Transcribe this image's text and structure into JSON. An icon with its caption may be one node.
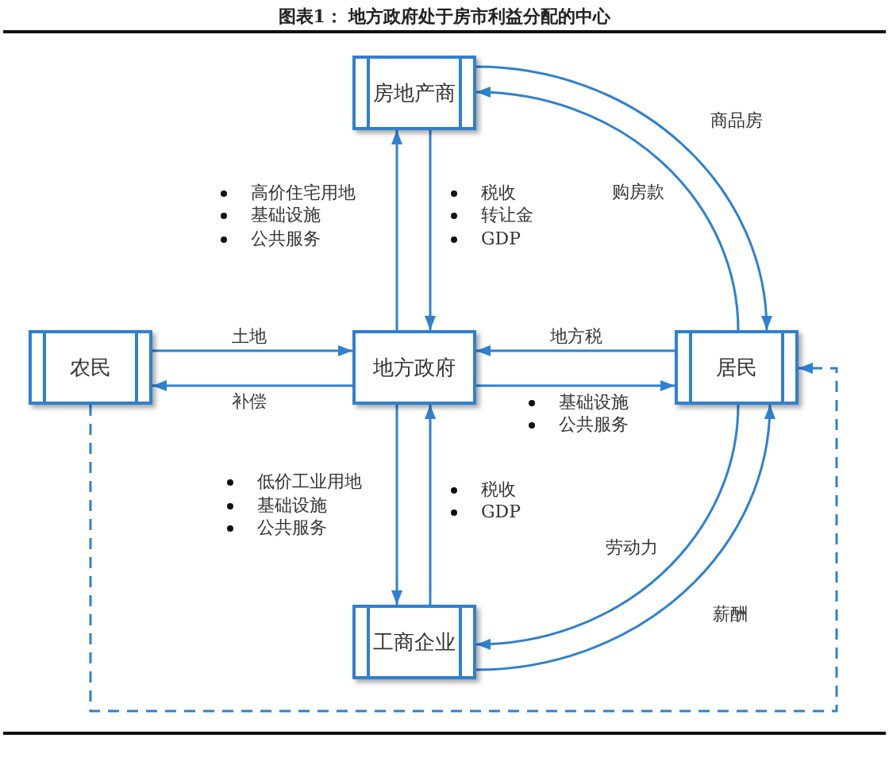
{
  "diagram": {
    "title": "图表1： 地方政府处于房市利益分配的中心",
    "nodes": [
      {
        "text": [
          "房地产商"
        ]
      },
      {
        "text": [
          "农民"
        ]
      },
      {
        "text": [
          "地方政府"
        ]
      },
      {
        "text": [
          "居民"
        ]
      },
      {
        "text": [
          "工商企业"
        ]
      }
    ],
    "edges": [
      {
        "from": 2,
        "to": 0,
        "arrow": "to"
      },
      {
        "from": 0,
        "to": 2,
        "arrow": "to"
      },
      {
        "from": 1,
        "to": 2,
        "arrow": "to",
        "label": "土地"
      },
      {
        "from": 2,
        "to": 1,
        "arrow": "to",
        "label": "补偿"
      },
      {
        "from": 3,
        "to": 2,
        "arrow": "to",
        "label": "地方税"
      },
      {
        "from": 2,
        "to": 3,
        "arrow": "to"
      },
      {
        "from": 2,
        "to": 4,
        "arrow": "to"
      },
      {
        "from": 4,
        "to": 2,
        "arrow": "to"
      },
      {
        "from": 0,
        "to": 3,
        "arrow": "to",
        "label": "商品房"
      },
      {
        "from": 3,
        "to": 0,
        "arrow": "to",
        "label": "购房款"
      },
      {
        "from": 3,
        "to": 4,
        "arrow": "to",
        "label": "劳动力"
      },
      {
        "from": 4,
        "to": 3,
        "arrow": "to",
        "label": "薪酬"
      },
      {
        "from": 1,
        "to": 3,
        "arrow": "to",
        "style": "dashed"
      }
    ],
    "labels": [
      "高价住宅用地",
      "基础设施",
      "公共服务",
      "税收",
      "转让金",
      "GDP",
      "基础设施",
      "公共服务",
      "低价工业用地",
      "基础设施",
      "公共服务",
      "税收",
      "GDP"
    ]
  }
}
